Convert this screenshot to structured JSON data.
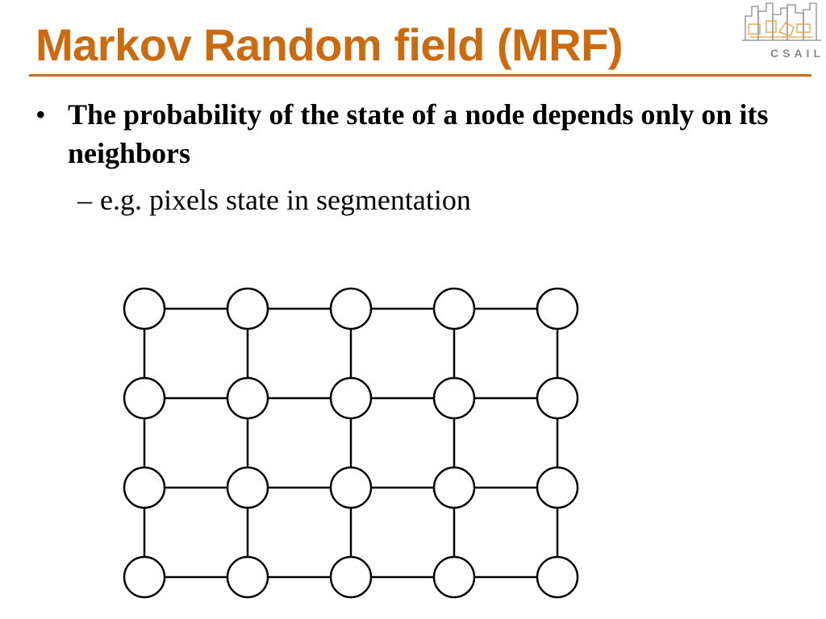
{
  "slide": {
    "title": "Markov Random field (MRF)",
    "accent_color": "#cc6a10"
  },
  "logo": {
    "text": "CSAIL",
    "color": "#8a8a8a",
    "accent_color": "#e0a040"
  },
  "bullets": {
    "primary": {
      "marker": "•",
      "text": "The probability of the state of a node depends only on its neighbors"
    },
    "secondary": {
      "marker": "–",
      "text": "e.g. pixels state in segmentation"
    }
  },
  "diagram": {
    "type": "grid-graph",
    "rows": 4,
    "cols": 5,
    "node_fill": "#ffffff",
    "stroke_color": "#000000"
  }
}
